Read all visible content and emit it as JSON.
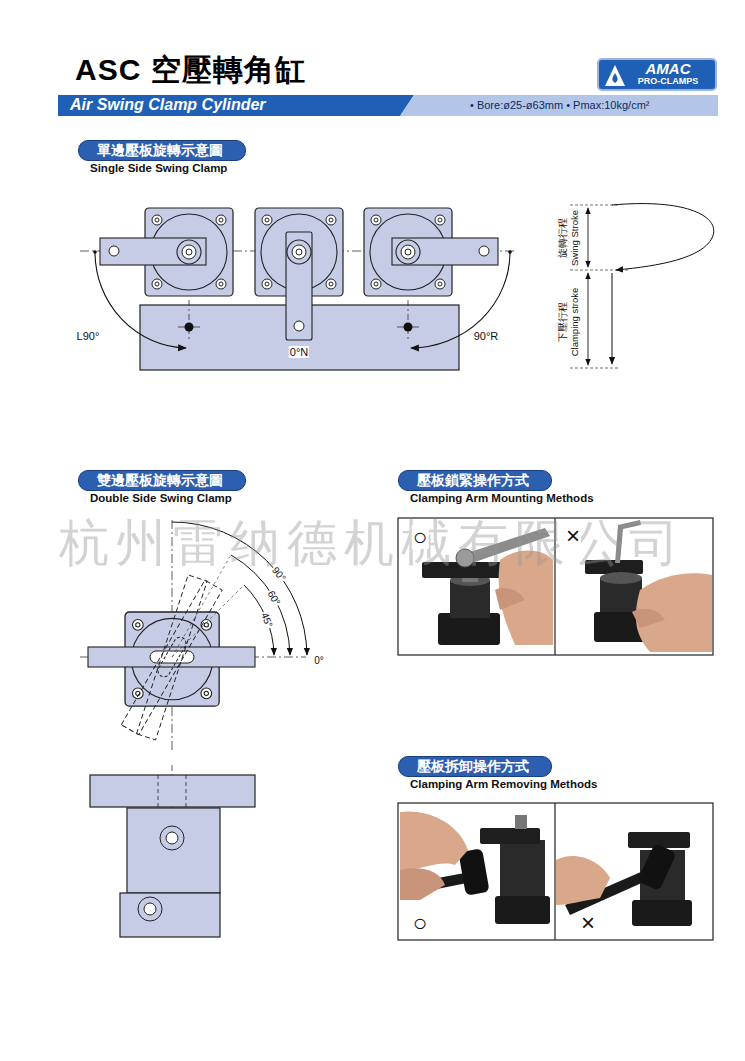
{
  "diagram": {
    "title": "ASC 空壓轉角缸",
    "nodes": [
      {
        "text": [
          "AMAC",
          "PRO-CLAMPS"
        ]
      },
      {
        "text": [
          "Air Swing Clamp Cylinder"
        ]
      },
      {
        "text": [
          "• Bore:ø25-ø63mm • Pmax:10kg/cm²"
        ]
      },
      {
        "text": [
          "單邊壓板旋轉示意圖",
          "Single Side Swing Clamp"
        ]
      },
      {
        "text": [
          "雙邊壓板旋轉示意圖",
          "Double Side Swing Clamp"
        ]
      },
      {
        "text": [
          "壓板鎖緊操作方式",
          "Clamping Arm Mounting Methods"
        ]
      },
      {
        "text": [
          "壓板拆卸操作方式",
          "Clamping Arm Removing Methods"
        ]
      }
    ],
    "labels": [
      "L90°",
      "0°N",
      "90°R",
      "旋轉行程",
      "Swing Stroke",
      "下壓行程",
      "Clamping stroke",
      "90°",
      "60°",
      "45°",
      "0°",
      "○",
      "×",
      "○",
      "×",
      "杭州雷纳德机械有限公司"
    ]
  }
}
